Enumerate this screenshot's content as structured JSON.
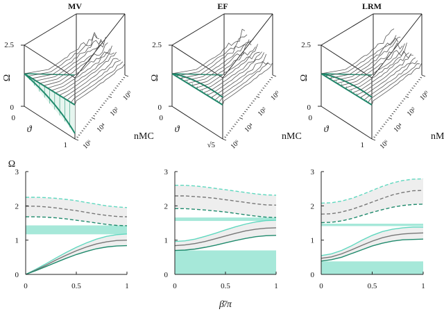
{
  "colors": {
    "light": "#5fd8bf",
    "dark": "#1f8a6c",
    "gray": "#777777",
    "band": "#a6e8d9",
    "fill": "#eeeeee"
  },
  "chart_data": [
    {
      "type": "line",
      "panel": "3d",
      "title": "MV",
      "zlabel": "Ω",
      "ylabel": "ϑ",
      "xlabel": "nMC",
      "zticks": [
        "2.5",
        "0"
      ],
      "yticks": [
        "0",
        "1"
      ],
      "xticks": [
        "10⁶",
        "10⁴",
        "10²",
        "10⁰"
      ],
      "zlim": [
        0,
        2.5
      ]
    },
    {
      "type": "line",
      "panel": "3d",
      "title": "EF",
      "zlabel": "Ω",
      "ylabel": "ϑ",
      "xlabel": "nMC",
      "zticks": [
        "2.5",
        "0"
      ],
      "yticks": [
        "0",
        "√5"
      ],
      "xticks": [
        "10⁶",
        "10⁴",
        "10²",
        "10⁰"
      ],
      "zlim": [
        0,
        2.5
      ]
    },
    {
      "type": "line",
      "panel": "3d",
      "title": "LRM",
      "zlabel": "Ω",
      "ylabel": "ϑ",
      "xlabel": "nMC",
      "zticks": [
        "2.5",
        "0"
      ],
      "yticks": [
        "0",
        "1"
      ],
      "xticks": [
        "10⁶",
        "10⁴",
        "10²",
        "10⁰"
      ],
      "zlim": [
        0,
        2.5
      ]
    },
    {
      "type": "line",
      "panel": "2d",
      "ylabel": "Ω",
      "xlabel": "",
      "xlim": [
        0,
        1
      ],
      "ylim": [
        0,
        3
      ],
      "xticks": [
        "0",
        "0.5",
        "1"
      ],
      "yticks": [
        "0",
        "1",
        "2",
        "3"
      ],
      "x": [
        0,
        0.1,
        0.2,
        0.3,
        0.4,
        0.5,
        0.6,
        0.7,
        0.8,
        0.9,
        1.0
      ],
      "band": [
        1.17,
        1.43
      ],
      "series": [
        {
          "style": "solid",
          "color": "light",
          "values": [
            0,
            0.15,
            0.31,
            0.48,
            0.64,
            0.79,
            0.92,
            1.03,
            1.11,
            1.16,
            1.18
          ]
        },
        {
          "style": "solid",
          "color": "gray",
          "values": [
            0,
            0.13,
            0.27,
            0.42,
            0.56,
            0.69,
            0.8,
            0.89,
            0.95,
            0.99,
            1.0
          ]
        },
        {
          "style": "solid",
          "color": "dark",
          "values": [
            0,
            0.11,
            0.23,
            0.35,
            0.47,
            0.58,
            0.67,
            0.75,
            0.8,
            0.83,
            0.84
          ]
        },
        {
          "style": "dashed",
          "color": "light",
          "values": [
            2.25,
            2.25,
            2.24,
            2.22,
            2.19,
            2.15,
            2.1,
            2.05,
            2.0,
            1.97,
            1.95
          ]
        },
        {
          "style": "dashed",
          "color": "gray",
          "values": [
            1.99,
            1.99,
            1.97,
            1.94,
            1.9,
            1.86,
            1.81,
            1.76,
            1.72,
            1.69,
            1.68
          ]
        },
        {
          "style": "dashed",
          "color": "dark",
          "values": [
            1.68,
            1.68,
            1.67,
            1.65,
            1.62,
            1.58,
            1.54,
            1.5,
            1.46,
            1.43,
            1.42
          ]
        }
      ]
    },
    {
      "type": "line",
      "panel": "2d",
      "ylabel": "",
      "xlabel": "β̄/π",
      "xlim": [
        0,
        1
      ],
      "ylim": [
        0,
        3
      ],
      "xticks": [
        "0",
        "0.5",
        "1"
      ],
      "yticks": [
        "0",
        "1",
        "2",
        "3"
      ],
      "x": [
        0,
        0.1,
        0.2,
        0.3,
        0.4,
        0.5,
        0.6,
        0.7,
        0.8,
        0.9,
        1.0
      ],
      "band": [
        0,
        0.7
      ],
      "band2": [
        1.56,
        1.66
      ],
      "series": [
        {
          "style": "solid",
          "color": "light",
          "values": [
            0.96,
            0.98,
            1.03,
            1.11,
            1.2,
            1.3,
            1.39,
            1.47,
            1.53,
            1.57,
            1.58
          ]
        },
        {
          "style": "solid",
          "color": "gray",
          "values": [
            0.84,
            0.86,
            0.9,
            0.96,
            1.04,
            1.12,
            1.2,
            1.27,
            1.32,
            1.35,
            1.36
          ]
        },
        {
          "style": "solid",
          "color": "dark",
          "values": [
            0.7,
            0.71,
            0.74,
            0.79,
            0.85,
            0.92,
            0.99,
            1.05,
            1.1,
            1.13,
            1.14
          ]
        },
        {
          "style": "dashed",
          "color": "light",
          "values": [
            2.6,
            2.6,
            2.58,
            2.55,
            2.51,
            2.47,
            2.43,
            2.39,
            2.35,
            2.32,
            2.31
          ]
        },
        {
          "style": "dashed",
          "color": "gray",
          "values": [
            2.29,
            2.29,
            2.27,
            2.25,
            2.22,
            2.18,
            2.14,
            2.1,
            2.06,
            2.03,
            2.02
          ]
        },
        {
          "style": "dashed",
          "color": "dark",
          "values": [
            1.92,
            1.92,
            1.9,
            1.88,
            1.85,
            1.82,
            1.78,
            1.74,
            1.7,
            1.67,
            1.66
          ]
        }
      ]
    },
    {
      "type": "line",
      "panel": "2d",
      "ylabel": "",
      "xlabel": "",
      "xlim": [
        0,
        1
      ],
      "ylim": [
        0,
        3
      ],
      "xticks": [
        "0",
        "0.5",
        "1"
      ],
      "yticks": [
        "0",
        "1",
        "2",
        "3"
      ],
      "x": [
        0,
        0.1,
        0.2,
        0.3,
        0.4,
        0.5,
        0.6,
        0.7,
        0.8,
        0.9,
        1.0
      ],
      "band": [
        0,
        0.38
      ],
      "band2": [
        1.41,
        1.48
      ],
      "series": [
        {
          "style": "solid",
          "color": "light",
          "values": [
            0.55,
            0.6,
            0.7,
            0.84,
            1.0,
            1.14,
            1.25,
            1.32,
            1.36,
            1.38,
            1.38
          ]
        },
        {
          "style": "solid",
          "color": "gray",
          "values": [
            0.47,
            0.51,
            0.6,
            0.72,
            0.85,
            0.97,
            1.07,
            1.14,
            1.18,
            1.2,
            1.21
          ]
        },
        {
          "style": "solid",
          "color": "dark",
          "values": [
            0.39,
            0.43,
            0.5,
            0.61,
            0.72,
            0.83,
            0.91,
            0.97,
            1.01,
            1.02,
            1.03
          ]
        },
        {
          "style": "dashed",
          "color": "light",
          "values": [
            2.08,
            2.09,
            2.14,
            2.22,
            2.33,
            2.45,
            2.57,
            2.67,
            2.74,
            2.78,
            2.79
          ]
        },
        {
          "style": "dashed",
          "color": "gray",
          "values": [
            1.76,
            1.77,
            1.82,
            1.9,
            2.0,
            2.11,
            2.22,
            2.32,
            2.39,
            2.44,
            2.45
          ]
        },
        {
          "style": "dashed",
          "color": "dark",
          "values": [
            1.51,
            1.52,
            1.56,
            1.63,
            1.72,
            1.81,
            1.89,
            1.96,
            2.01,
            2.04,
            2.05
          ]
        }
      ]
    }
  ]
}
